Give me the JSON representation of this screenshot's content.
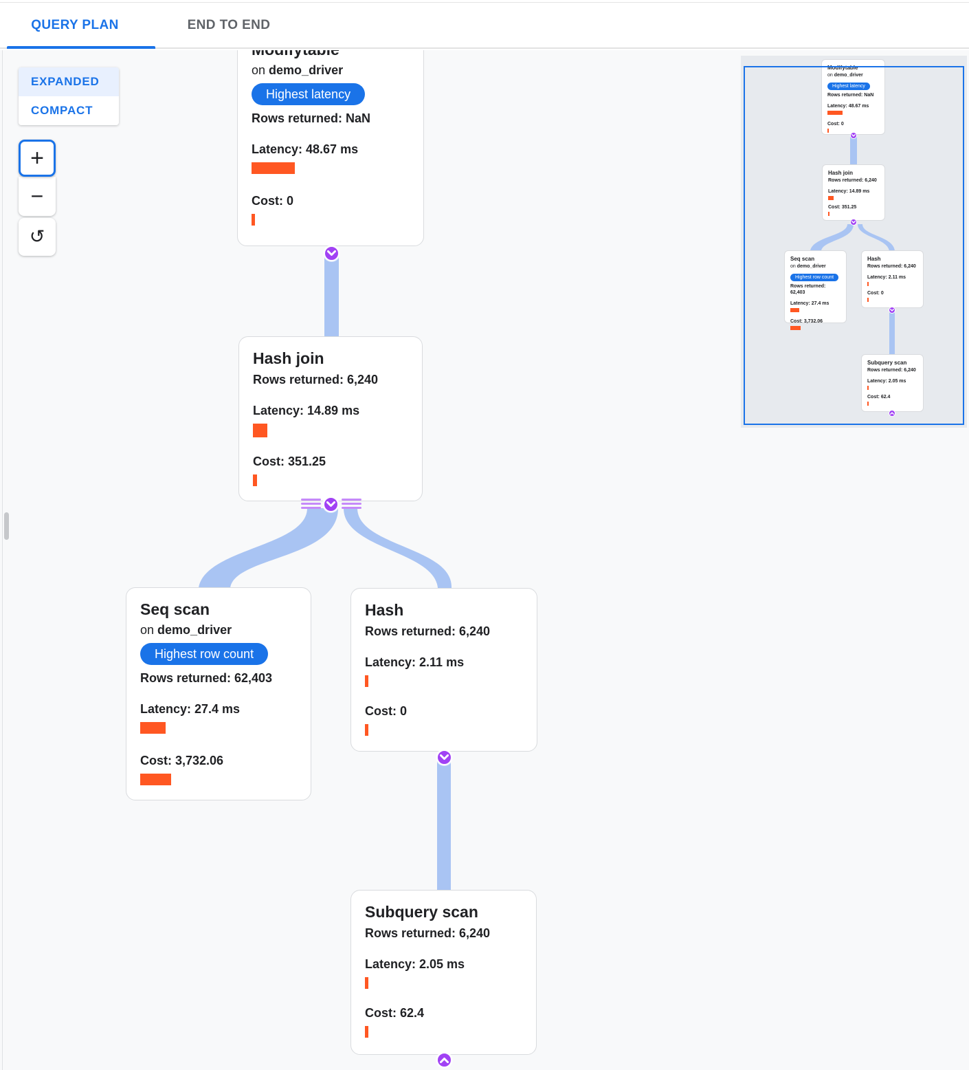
{
  "tabs": [
    {
      "label": "QUERY PLAN",
      "active": true
    },
    {
      "label": "END TO END",
      "active": false
    }
  ],
  "controls": {
    "layout_options": [
      {
        "label": "EXPANDED",
        "selected": true
      },
      {
        "label": "COMPACT",
        "selected": false
      }
    ],
    "zoom_in_label": "+",
    "zoom_out_label": "−",
    "reset_label": "↺"
  },
  "colors": {
    "accent_blue": "#1a73e8",
    "selected_row_bg": "#e8f0fe",
    "badge_bg": "#1a73e8",
    "bar_orange": "#ff5722",
    "edge_blue": "#a9c4f3",
    "connector_purple": "#a142f4",
    "flank_purple": "#c58af9",
    "canvas_bg": "#f8f9fa",
    "minimap_bg": "#e7eaee",
    "node_border": "#d9dbde"
  },
  "nodes": [
    {
      "title": "Modifytable",
      "sub_prefix": "on",
      "table": "demo_driver",
      "badge": "Highest latency",
      "rows": "Rows returned: NaN",
      "latency": "Latency: 48.67 ms",
      "cost": "Cost: 0"
    },
    {
      "title": "Hash join",
      "rows": "Rows returned: 6,240",
      "latency": "Latency: 14.89 ms",
      "cost": "Cost: 351.25"
    },
    {
      "title": "Seq scan",
      "sub_prefix": "on",
      "table": "demo_driver",
      "badge": "Highest row count",
      "rows": "Rows returned: 62,403",
      "latency": "Latency: 27.4 ms",
      "cost": "Cost: 3,732.06"
    },
    {
      "title": "Hash",
      "rows": "Rows returned: 6,240",
      "latency": "Latency: 2.11 ms",
      "cost": "Cost: 0"
    },
    {
      "title": "Subquery scan",
      "rows": "Rows returned: 6,240",
      "latency": "Latency: 2.05 ms",
      "cost": "Cost: 62.4"
    }
  ]
}
